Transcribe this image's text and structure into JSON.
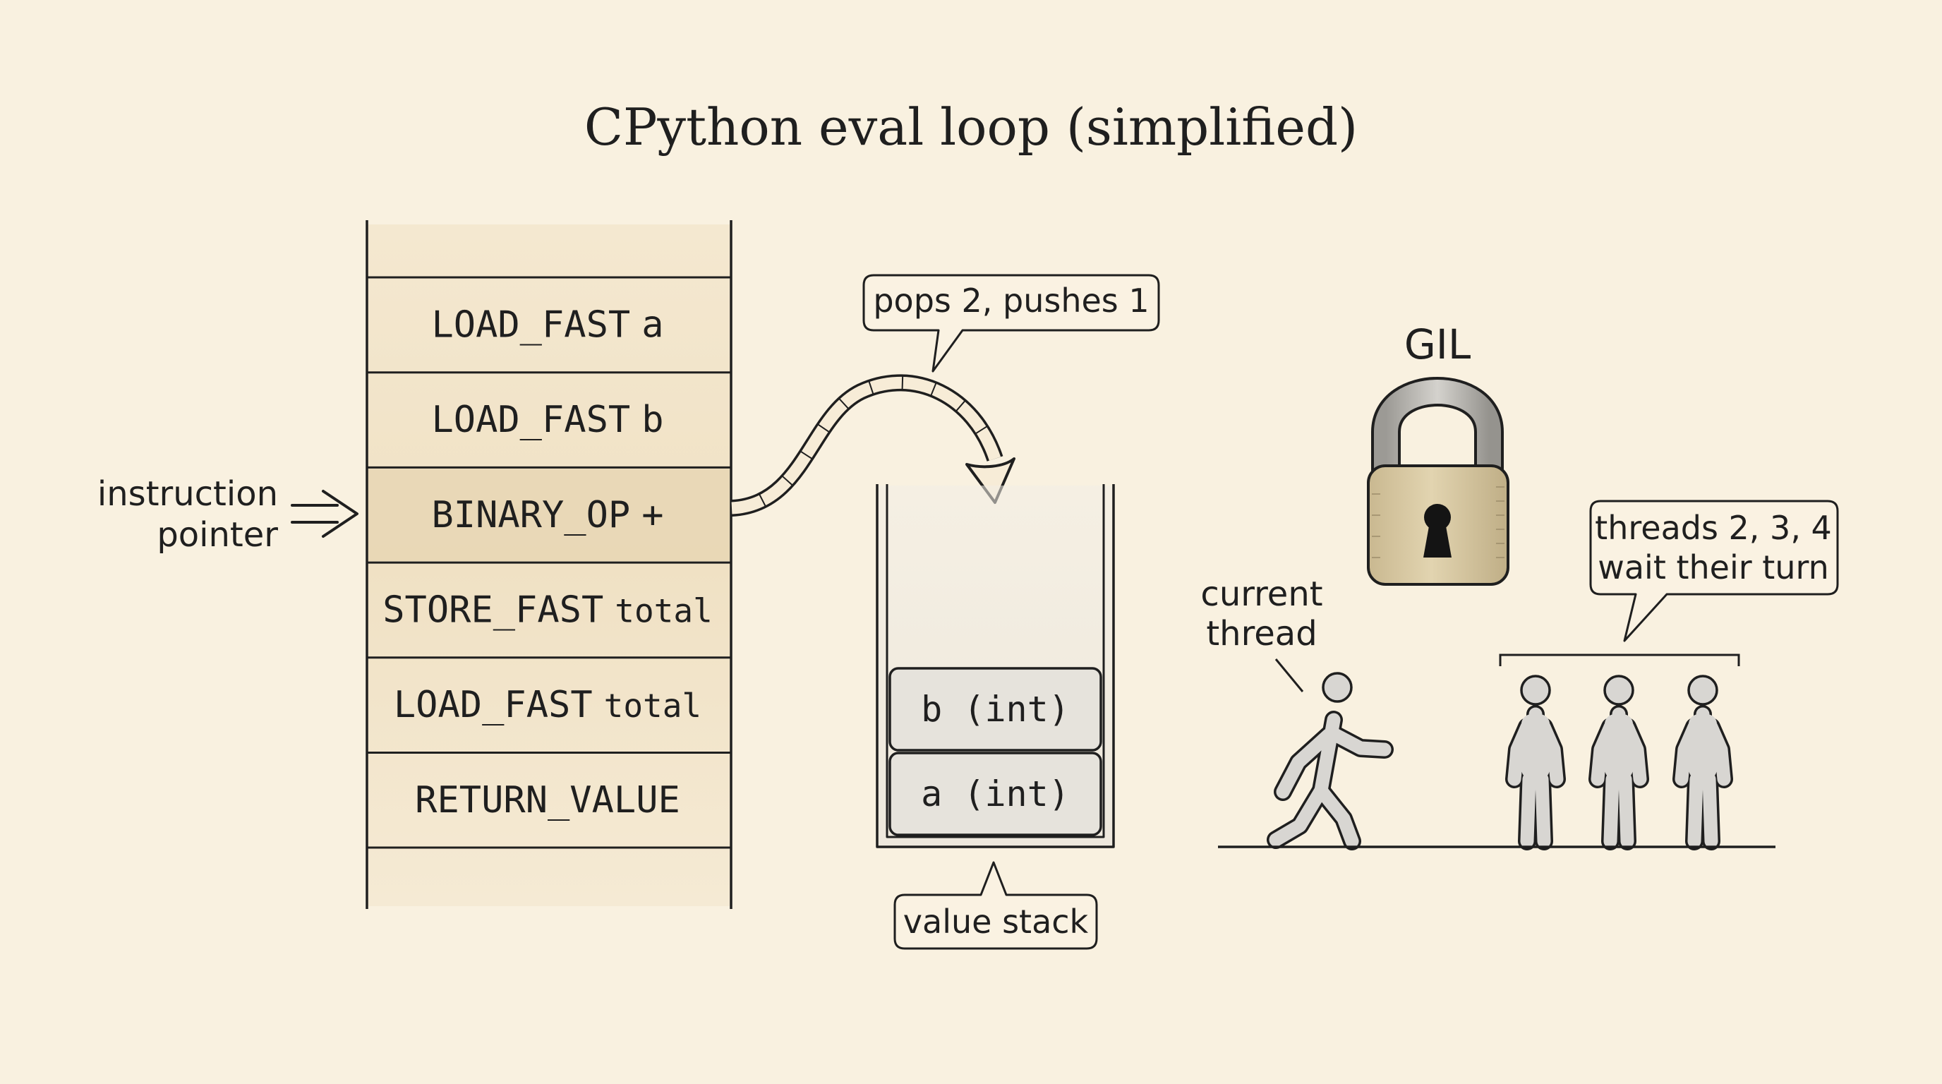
{
  "title": "CPython eval loop (simplified)",
  "instruction_pointer": {
    "line1": "instruction",
    "line2": "pointer"
  },
  "bytecode": [
    {
      "op": "LOAD_FAST",
      "arg": "a",
      "active": false
    },
    {
      "op": "LOAD_FAST",
      "arg": "b",
      "active": false
    },
    {
      "op": "BINARY_OP",
      "arg": "+",
      "active": true
    },
    {
      "op": "STORE_FAST",
      "arg": "total",
      "active": false
    },
    {
      "op": "LOAD_FAST",
      "arg": "total",
      "active": false
    },
    {
      "op": "RETURN_VALUE",
      "arg": "",
      "active": false
    }
  ],
  "arrow_callout": "pops 2, pushes 1",
  "value_stack": {
    "items": [
      "b (int)",
      "a (int)"
    ],
    "label": "value stack"
  },
  "gil": {
    "label": "GIL"
  },
  "current_thread": {
    "line1": "current",
    "line2": "thread"
  },
  "waiting_threads": {
    "line1": "threads 2, 3, 4",
    "line2": "wait their turn",
    "count": 3
  },
  "colors": {
    "background": "#f9f1e0",
    "ink": "#1f1f1f",
    "band": "#f0e2c6",
    "active_row": "#e8d6b4",
    "stack_item": "#e6e3dc",
    "lock_body": "#d5c6a2",
    "lock_shackle": "#b0aea8",
    "figure": "#d8d6d2"
  }
}
